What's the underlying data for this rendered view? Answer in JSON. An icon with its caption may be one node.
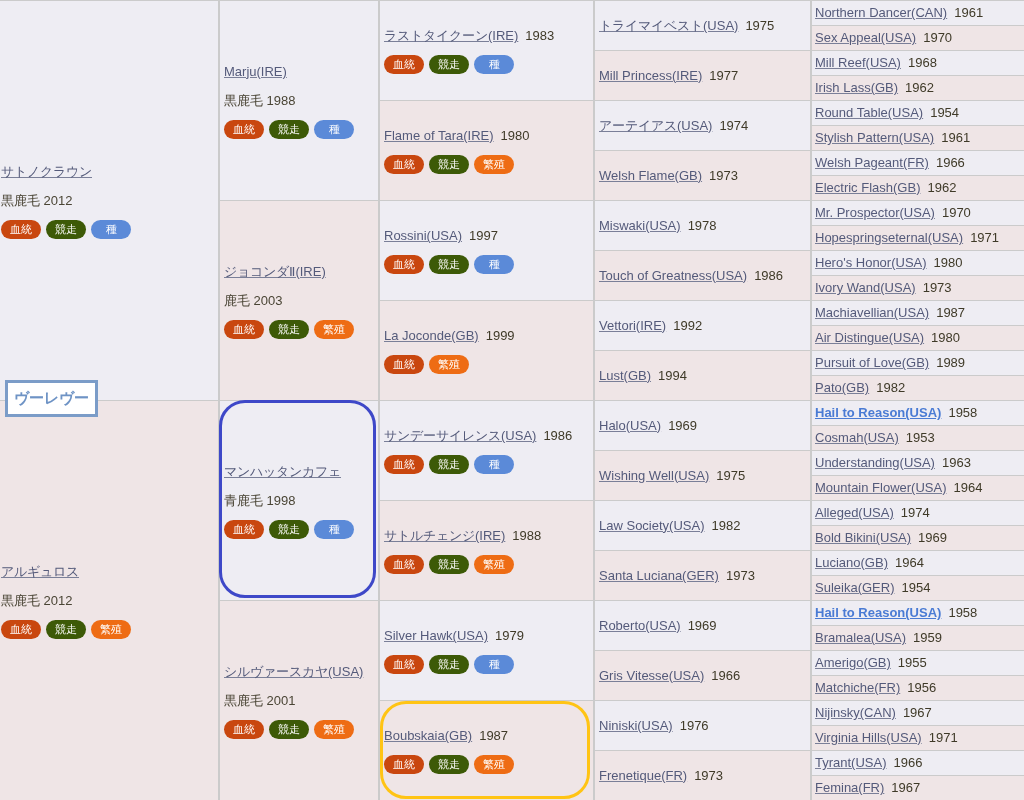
{
  "diagram": {
    "nodes": [
      {
        "text": [
          "ヴーレヴー"
        ]
      },
      {
        "text": [
          "サトノクラウン",
          "黒鹿毛 2012"
        ]
      },
      {
        "text": [
          "血統"
        ],
        "in": 1
      },
      {
        "text": [
          "競走"
        ],
        "in": 1
      },
      {
        "text": [
          "種"
        ],
        "in": 1
      },
      {
        "text": [
          "Marju(IRE)",
          "黒鹿毛 1988"
        ]
      },
      {
        "text": [
          "血統"
        ],
        "in": 5
      },
      {
        "text": [
          "競走"
        ],
        "in": 5
      },
      {
        "text": [
          "種"
        ],
        "in": 5
      },
      {
        "text": [
          "ラストタイクーン(IRE)",
          "1983"
        ]
      },
      {
        "text": [
          "血統"
        ],
        "in": 9
      },
      {
        "text": [
          "競走"
        ],
        "in": 9
      },
      {
        "text": [
          "種"
        ],
        "in": 9
      },
      {
        "text": [
          "トライマイベスト(USA)",
          "1975"
        ]
      },
      {
        "text": [
          "Northern Dancer(CAN)",
          "1961"
        ]
      },
      {
        "text": [
          "Sex Appeal(USA)",
          "1970"
        ]
      },
      {
        "text": [
          "Mill Princess(IRE)",
          "1977"
        ]
      },
      {
        "text": [
          "Mill Reef(USA)",
          "1968"
        ]
      },
      {
        "text": [
          "Irish Lass(GB)",
          "1962"
        ]
      },
      {
        "text": [
          "Flame of Tara(IRE)",
          "1980"
        ]
      },
      {
        "text": [
          "血統"
        ],
        "in": 19
      },
      {
        "text": [
          "競走"
        ],
        "in": 19
      },
      {
        "text": [
          "繁殖"
        ],
        "in": 19
      },
      {
        "text": [
          "アーテイアス(USA)",
          "1974"
        ]
      },
      {
        "text": [
          "Round Table(USA)",
          "1954"
        ]
      },
      {
        "text": [
          "Stylish Pattern(USA)",
          "1961"
        ]
      },
      {
        "text": [
          "Welsh Flame(GB)",
          "1973"
        ]
      },
      {
        "text": [
          "Welsh Pageant(FR)",
          "1966"
        ]
      },
      {
        "text": [
          "Electric Flash(GB)",
          "1962"
        ]
      },
      {
        "text": [
          "ジョコンダⅡ(IRE)",
          "鹿毛 2003"
        ]
      },
      {
        "text": [
          "血統"
        ],
        "in": 29
      },
      {
        "text": [
          "競走"
        ],
        "in": 29
      },
      {
        "text": [
          "繁殖"
        ],
        "in": 29
      },
      {
        "text": [
          "Rossini(USA)",
          "1997"
        ]
      },
      {
        "text": [
          "血統"
        ],
        "in": 33
      },
      {
        "text": [
          "競走"
        ],
        "in": 33
      },
      {
        "text": [
          "種"
        ],
        "in": 33
      },
      {
        "text": [
          "Miswaki(USA)",
          "1978"
        ]
      },
      {
        "text": [
          "Mr. Prospector(USA)",
          "1970"
        ]
      },
      {
        "text": [
          "Hopespringseternal(USA)",
          "1971"
        ]
      },
      {
        "text": [
          "Touch of Greatness(USA)",
          "1986"
        ]
      },
      {
        "text": [
          "Hero's Honor(USA)",
          "1980"
        ]
      },
      {
        "text": [
          "Ivory Wand(USA)",
          "1973"
        ]
      },
      {
        "text": [
          "La Joconde(GB)",
          "1999"
        ]
      },
      {
        "text": [
          "血統"
        ],
        "in": 43
      },
      {
        "text": [
          "繁殖"
        ],
        "in": 43
      },
      {
        "text": [
          "Vettori(IRE)",
          "1992"
        ]
      },
      {
        "text": [
          "Machiavellian(USA)",
          "1987"
        ]
      },
      {
        "text": [
          "Air Distingue(USA)",
          "1980"
        ]
      },
      {
        "text": [
          "Lust(GB)",
          "1994"
        ]
      },
      {
        "text": [
          "Pursuit of Love(GB)",
          "1989"
        ]
      },
      {
        "text": [
          "Pato(GB)",
          "1982"
        ]
      },
      {
        "text": [
          "アルギュロス",
          "黒鹿毛 2012"
        ]
      },
      {
        "text": [
          "血統"
        ],
        "in": 52
      },
      {
        "text": [
          "競走"
        ],
        "in": 52
      },
      {
        "text": [
          "繁殖"
        ],
        "in": 52
      },
      {
        "text": [
          "マンハッタンカフェ",
          "青鹿毛 1998"
        ]
      },
      {
        "text": [
          "血統"
        ],
        "in": 56
      },
      {
        "text": [
          "競走"
        ],
        "in": 56
      },
      {
        "text": [
          "種"
        ],
        "in": 56
      },
      {
        "text": [
          "サンデーサイレンス(USA)",
          "1986"
        ]
      },
      {
        "text": [
          "血統"
        ],
        "in": 60
      },
      {
        "text": [
          "競走"
        ],
        "in": 60
      },
      {
        "text": [
          "種"
        ],
        "in": 60
      },
      {
        "text": [
          "Halo(USA)",
          "1969"
        ]
      },
      {
        "text": [
          "Hail to Reason(USA)",
          "1958"
        ]
      },
      {
        "text": [
          "Cosmah(USA)",
          "1953"
        ]
      },
      {
        "text": [
          "Wishing Well(USA)",
          "1975"
        ]
      },
      {
        "text": [
          "Understanding(USA)",
          "1963"
        ]
      },
      {
        "text": [
          "Mountain Flower(USA)",
          "1964"
        ]
      },
      {
        "text": [
          "サトルチェンジ(IRE)",
          "1988"
        ]
      },
      {
        "text": [
          "血統"
        ],
        "in": 70
      },
      {
        "text": [
          "競走"
        ],
        "in": 70
      },
      {
        "text": [
          "繁殖"
        ],
        "in": 70
      },
      {
        "text": [
          "Law Society(USA)",
          "1982"
        ]
      },
      {
        "text": [
          "Alleged(USA)",
          "1974"
        ]
      },
      {
        "text": [
          "Bold Bikini(USA)",
          "1969"
        ]
      },
      {
        "text": [
          "Santa Luciana(GER)",
          "1973"
        ]
      },
      {
        "text": [
          "Luciano(GB)",
          "1964"
        ]
      },
      {
        "text": [
          "Suleika(GER)",
          "1954"
        ]
      },
      {
        "text": [
          "シルヴァースカヤ(USA)",
          "黒鹿毛 2001"
        ]
      },
      {
        "text": [
          "血統"
        ],
        "in": 80
      },
      {
        "text": [
          "競走"
        ],
        "in": 80
      },
      {
        "text": [
          "繁殖"
        ],
        "in": 80
      },
      {
        "text": [
          "Silver Hawk(USA)",
          "1979"
        ]
      },
      {
        "text": [
          "血統"
        ],
        "in": 84
      },
      {
        "text": [
          "競走"
        ],
        "in": 84
      },
      {
        "text": [
          "種"
        ],
        "in": 84
      },
      {
        "text": [
          "Roberto(USA)",
          "1969"
        ]
      },
      {
        "text": [
          "Hail to Reason(USA)",
          "1958"
        ]
      },
      {
        "text": [
          "Bramalea(USA)",
          "1959"
        ]
      },
      {
        "text": [
          "Gris Vitesse(USA)",
          "1966"
        ]
      },
      {
        "text": [
          "Amerigo(GB)",
          "1955"
        ]
      },
      {
        "text": [
          "Matchiche(FR)",
          "1956"
        ]
      },
      {
        "text": [
          "Boubskaia(GB)",
          "1987"
        ]
      },
      {
        "text": [
          "血統"
        ],
        "in": 94
      },
      {
        "text": [
          "競走"
        ],
        "in": 94
      },
      {
        "text": [
          "繁殖"
        ],
        "in": 94
      },
      {
        "text": [
          "Niniski(USA)",
          "1976"
        ]
      },
      {
        "text": [
          "Nijinsky(CAN)",
          "1967"
        ]
      },
      {
        "text": [
          "Virginia Hills(USA)",
          "1971"
        ]
      },
      {
        "text": [
          "Frenetique(FR)",
          "1973"
        ]
      },
      {
        "text": [
          "Tyrant(USA)",
          "1966"
        ]
      },
      {
        "text": [
          "Femina(FR)",
          "1967"
        ]
      }
    ]
  }
}
